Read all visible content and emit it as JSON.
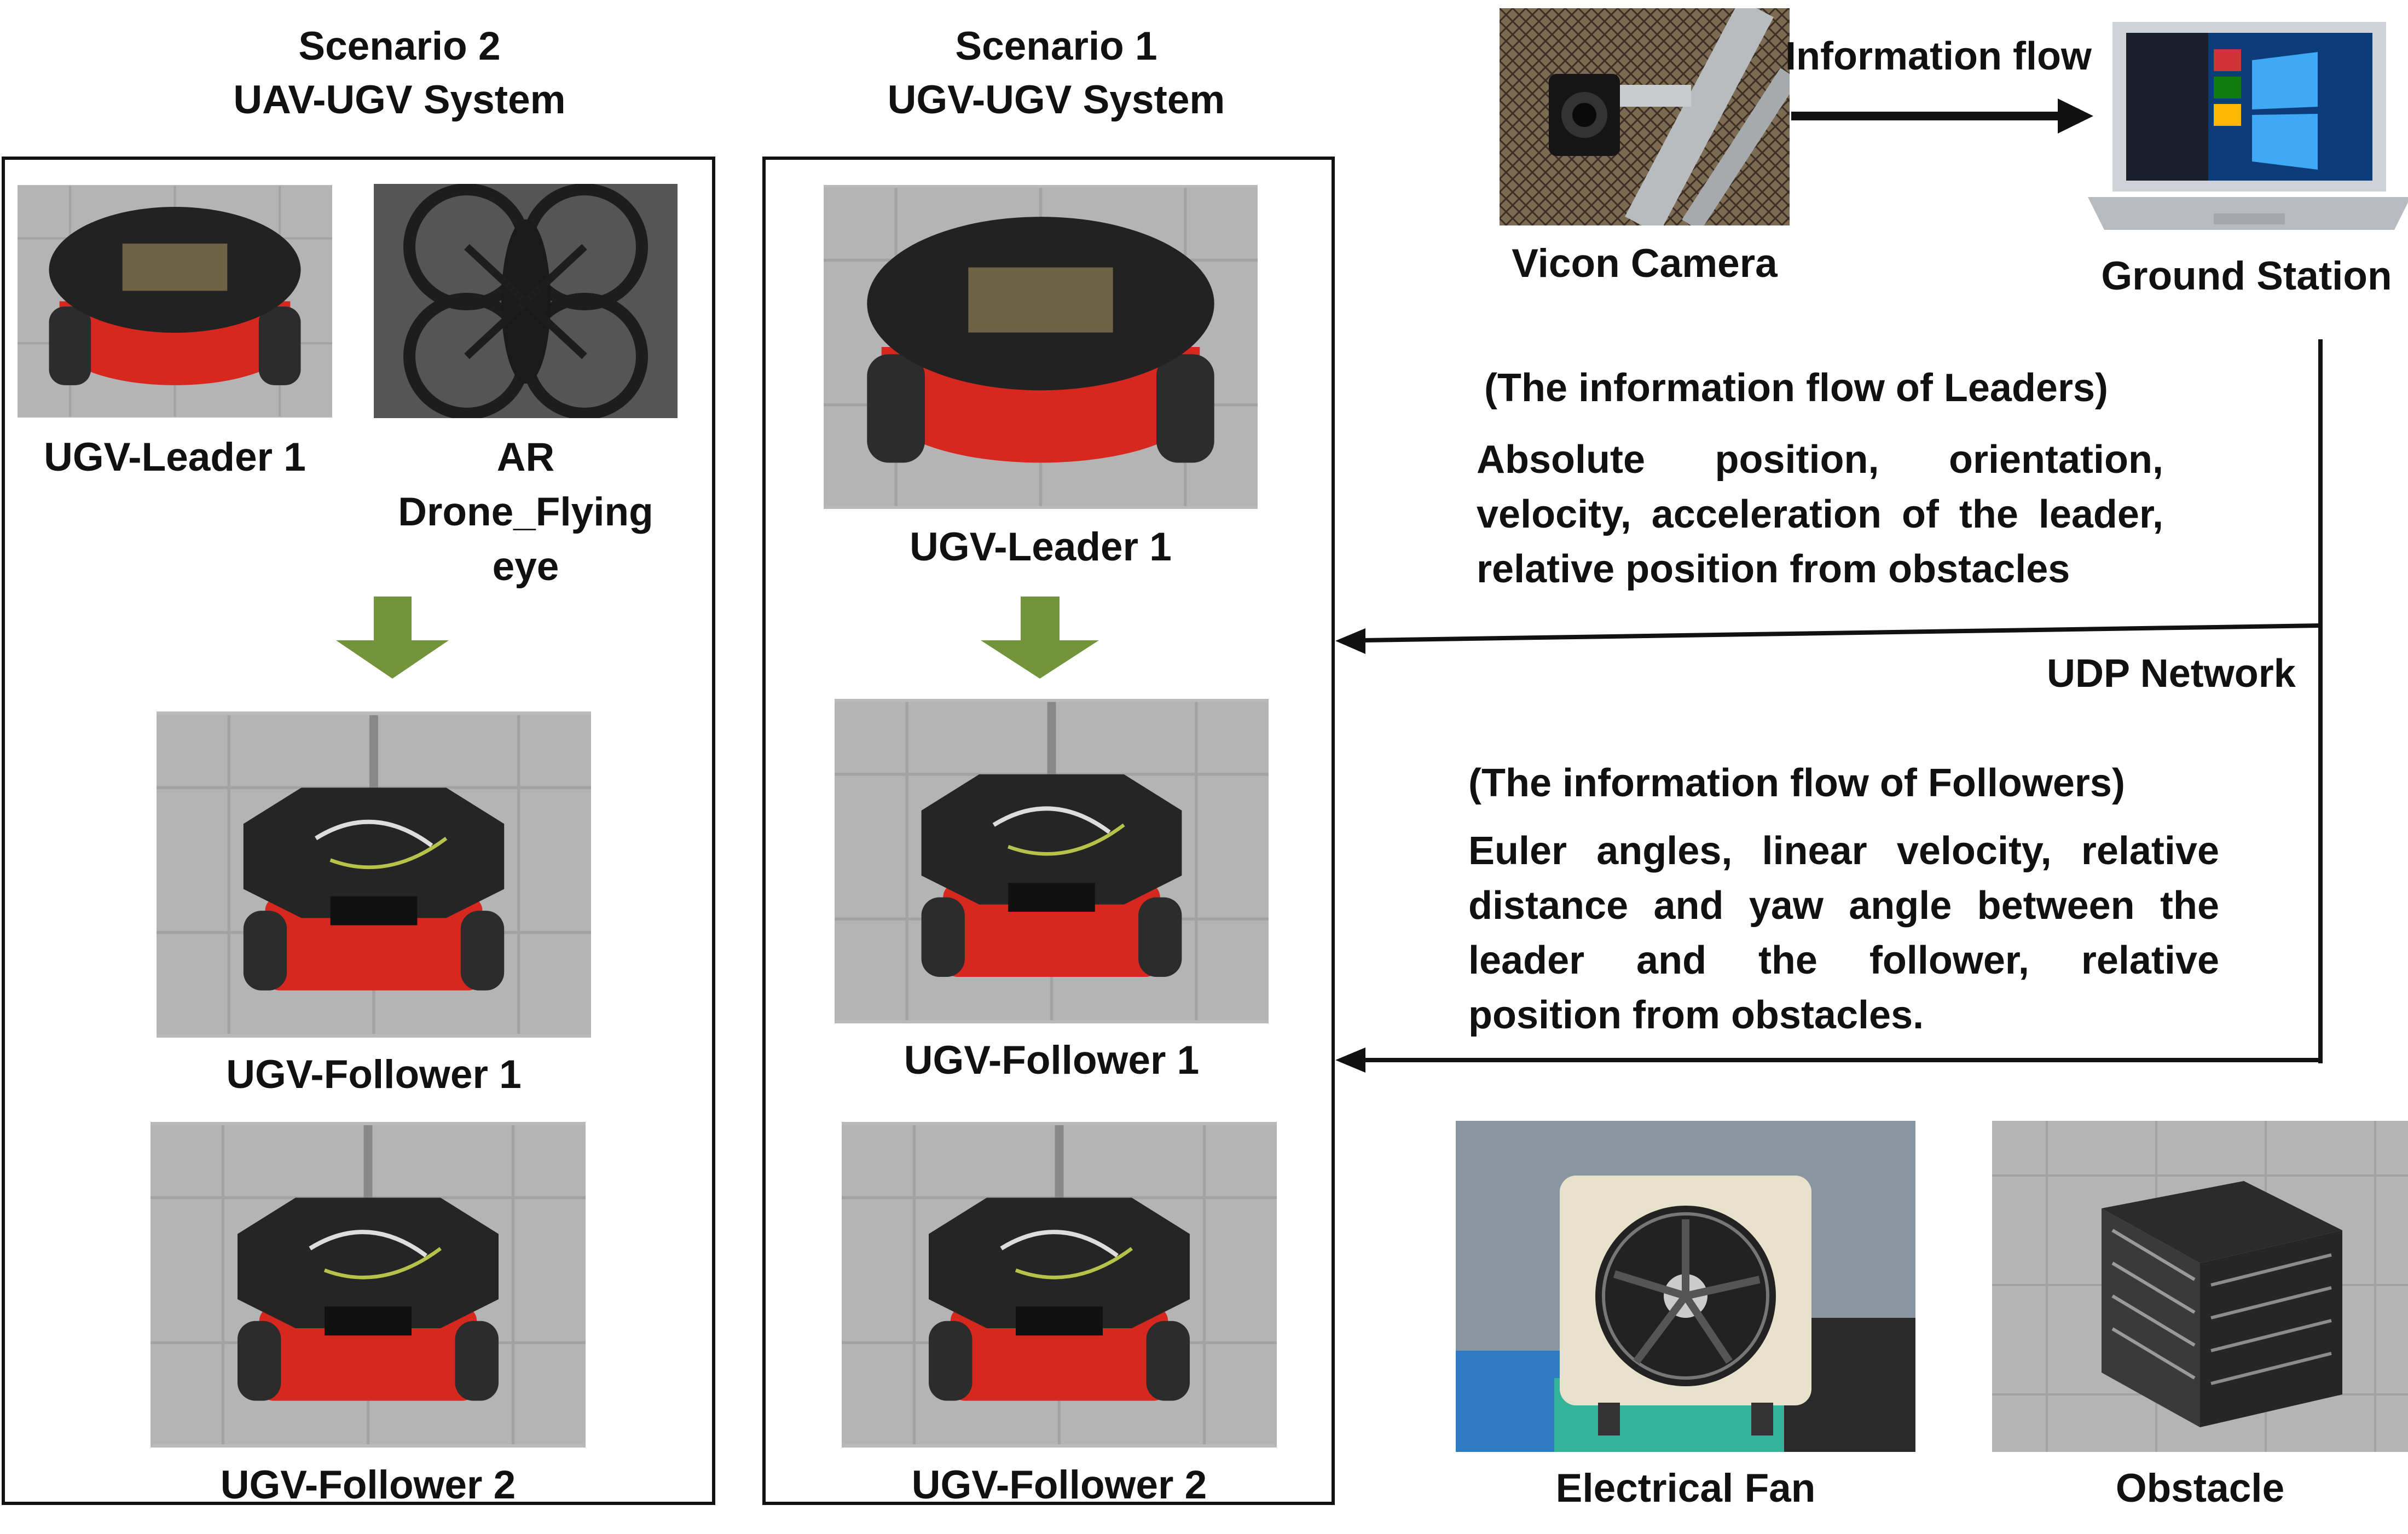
{
  "scenario2": {
    "title_line1": "Scenario 2",
    "title_line2": "UAV-UGV System",
    "leader_caption": "UGV-Leader 1",
    "drone_caption_1": "AR",
    "drone_caption_2": "Drone_Flying",
    "drone_caption_3": "eye",
    "follower1_caption": "UGV-Follower 1",
    "follower2_caption": "UGV-Follower 2"
  },
  "scenario1": {
    "title_line1": "Scenario 1",
    "title_line2": "UGV-UGV System",
    "leader_caption": "UGV-Leader 1",
    "follower1_caption": "UGV-Follower 1",
    "follower2_caption": "UGV-Follower 2"
  },
  "top": {
    "vicon_caption": "Vicon Camera",
    "flow_label": "Information flow",
    "ground_caption": "Ground Station"
  },
  "leaders_flow": {
    "heading": "(The  information flow of Leaders)",
    "lines": [
      "Absolute  position,  orientation,",
      "velocity, acceleration of the leader,",
      "relative position  from  obstacles"
    ]
  },
  "network_label": "UDP Network",
  "followers_flow": {
    "heading": "(The  information flow of Followers)",
    "lines": [
      "Euler angles, linear velocity, relative",
      "distance and yaw angle between the",
      "leader and  the follower, relative",
      "position from obstacles."
    ]
  },
  "bottom": {
    "fan_caption": "Electrical Fan",
    "obstacle_caption": "Obstacle"
  },
  "colors": {
    "arrow_green": "#72943a",
    "robot_red": "#d7281f",
    "floor_gray": "#b6b6b6"
  }
}
